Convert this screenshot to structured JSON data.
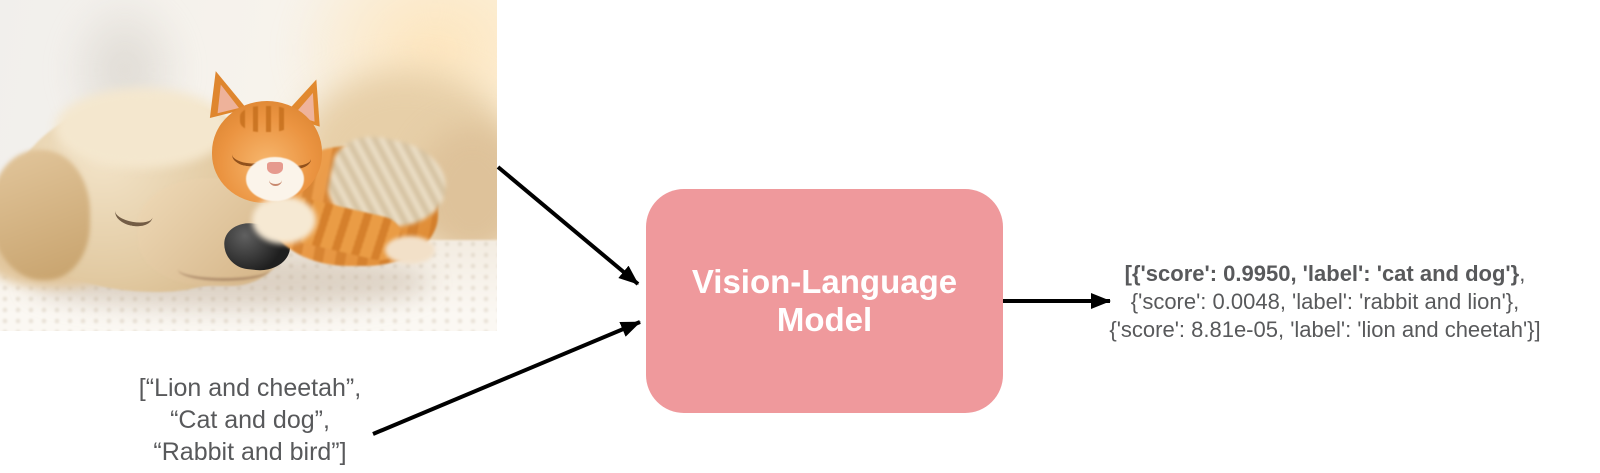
{
  "colors": {
    "box_fill": "#ef999c",
    "box_text": "#ffffff",
    "muted_text": "#58595b",
    "arrow": "#000000",
    "background": "#ffffff"
  },
  "input_image": {
    "alt": "A cream-colored puppy sleeping on a white blanket with a ginger tabby kitten dozing on its head"
  },
  "candidate_labels": {
    "lines": [
      "[“Lion and cheetah”,",
      "“Cat and dog”,",
      "“Rabbit and bird”]"
    ]
  },
  "model": {
    "name_line1": "Vision-Language",
    "name_line2": "Model"
  },
  "output": {
    "line1_bold": "[{'score': 0.9950, 'label': 'cat and dog'}",
    "line1_tail": ",",
    "line2": "{'score': 0.0048, 'label': 'rabbit and lion'},",
    "line3": "{'score': 8.81e-05, 'label': 'lion and cheetah'}]"
  }
}
